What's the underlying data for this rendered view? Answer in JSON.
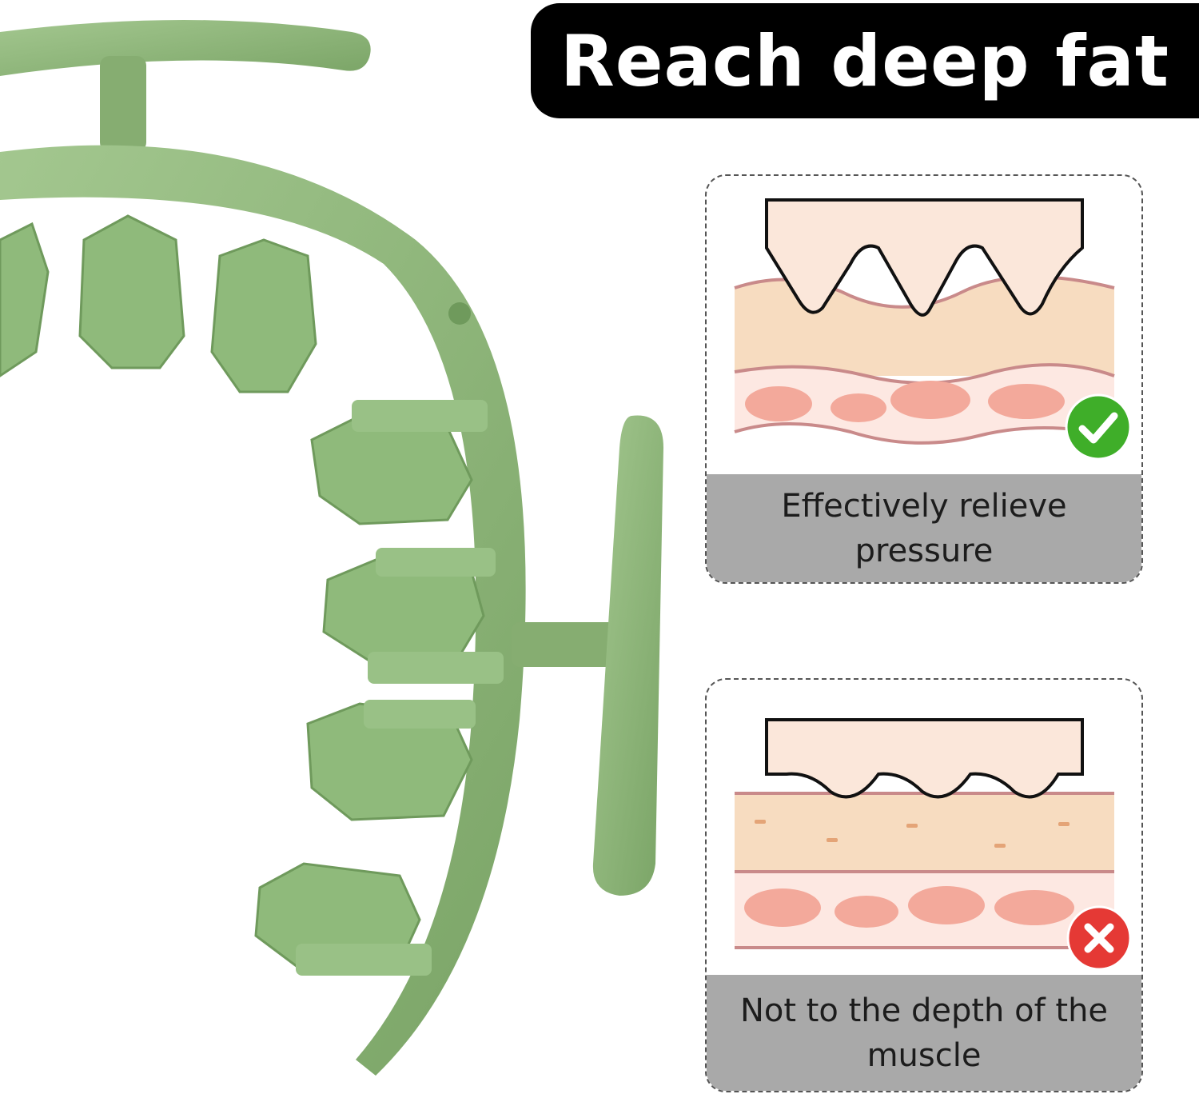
{
  "headline": "Reach deep fat",
  "panels": [
    {
      "caption": "Effectively relieve pressure",
      "status": "check",
      "status_color": "#3fae29"
    },
    {
      "caption": "Not to the depth of the muscle",
      "status": "cross",
      "status_color": "#e53935"
    }
  ],
  "colors": {
    "product_green": "#8fb57a",
    "product_green_dark": "#6f9a5c",
    "skin_top": "#fbe7da",
    "fat_layer": "#f7dcc0",
    "muscle_pink": "#f3a99b",
    "caption_bg": "#a9a9a9"
  },
  "icons": [
    "check-icon",
    "cross-icon"
  ]
}
